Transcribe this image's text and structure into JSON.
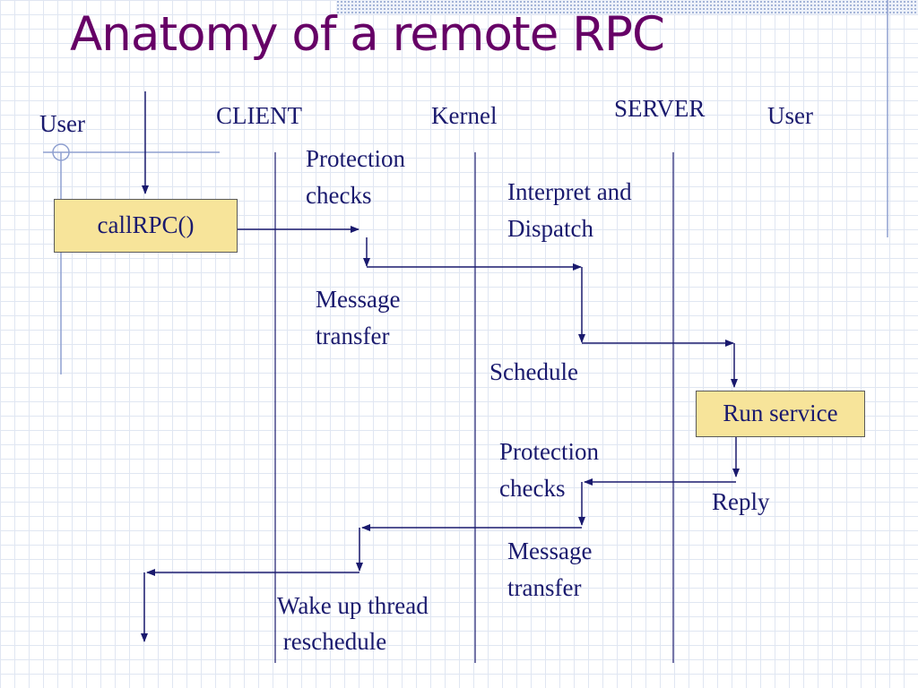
{
  "slide": {
    "title": "Anatomy of a remote RPC",
    "headers": {
      "user_left": "User",
      "client": "CLIENT",
      "kernel": "Kernel",
      "server": "SERVER",
      "user_right": "User"
    },
    "steps": {
      "protection_checks_1_line1": "Protection",
      "protection_checks_1_line2": "checks",
      "interpret_line1": "Interpret and",
      "interpret_line2": "Dispatch",
      "message_transfer_1_line1": "Message",
      "message_transfer_1_line2": "transfer",
      "schedule": "Schedule",
      "protection_checks_2_line1": "Protection",
      "protection_checks_2_line2": "checks",
      "reply": "Reply",
      "message_transfer_2_line1": "Message",
      "message_transfer_2_line2": "transfer",
      "wake_up_line1": "Wake up thread",
      "wake_up_line2": " reschedule"
    },
    "boxes": {
      "call_rpc": "callRPC()",
      "run_service": "Run service"
    },
    "colors": {
      "title": "#660066",
      "text": "#1a1a6e",
      "box_fill": "#f7e49a",
      "lines": "#1a1a6e",
      "decor": "#8fa0d0"
    }
  }
}
